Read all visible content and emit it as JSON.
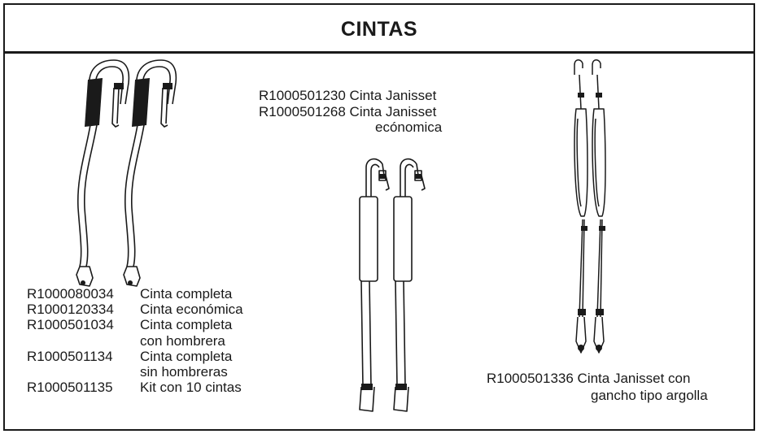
{
  "header": {
    "title": "CINTAS"
  },
  "left_section": {
    "items": [
      {
        "code": "R1000080034",
        "desc": "Cinta completa",
        "desc2": ""
      },
      {
        "code": "R1000120334",
        "desc": "Cinta económica",
        "desc2": ""
      },
      {
        "code": "R1000501034",
        "desc": "Cinta completa",
        "desc2": "con hombrera"
      },
      {
        "code": "R1000501134",
        "desc": "Cinta completa",
        "desc2": "sin hombreras"
      },
      {
        "code": "R1000501135",
        "desc": "Kit con 10 cintas",
        "desc2": ""
      }
    ]
  },
  "middle_section": {
    "line1": "R1000501230 Cinta Janisset",
    "line2": "R1000501268 Cinta Janisset",
    "line3": "ecónomica"
  },
  "right_section": {
    "line1": "R1000501336 Cinta Janisset con",
    "line2": "gancho tipo argolla"
  },
  "colors": {
    "ink": "#1a1a1a",
    "background": "#ffffff"
  }
}
